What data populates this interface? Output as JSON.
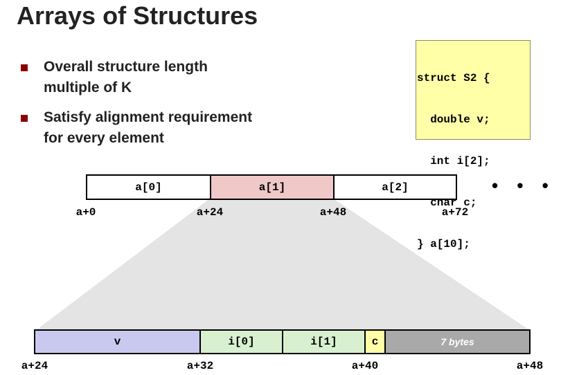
{
  "title": "Arrays of Structures",
  "bullets": [
    [
      "Overall structure length",
      "multiple of K"
    ],
    [
      "Satisfy alignment requirement",
      "for every element"
    ]
  ],
  "code_lines": [
    "struct S2 {",
    "  double v;",
    "  int i[2];",
    "  char c;",
    "} a[10];"
  ],
  "array_cells": [
    "a[0]",
    "a[1]",
    "a[2]"
  ],
  "array_addrs": [
    "a+0",
    "a+24",
    "a+48",
    "a+72"
  ],
  "ellipsis": "• • •",
  "struct_cells": [
    "v",
    "i[0]",
    "i[1]",
    "c",
    "7 bytes"
  ],
  "struct_addrs": [
    "a+24",
    "a+32",
    "a+40",
    "a+48"
  ],
  "colors": {
    "bullet": "#8b0000",
    "code_bg": "#ffffa8",
    "highlight_cell": "#f0c8c8",
    "zoom_shade": "#e4e4e4",
    "v_cell": "#c9c9f0",
    "int_cells": "#d8f0d0",
    "char_cell": "#ffffa8",
    "padding_cell": "#a9a9a9"
  }
}
